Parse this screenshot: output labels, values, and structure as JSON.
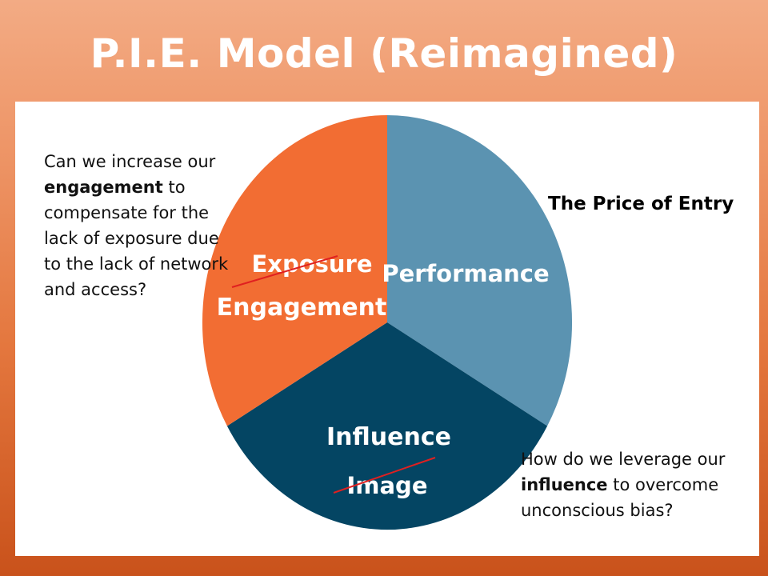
{
  "title": "P.I.E. Model (Reimagined)",
  "segments": {
    "performance": {
      "label": "Performance",
      "color": "#5b93b1"
    },
    "exposure": {
      "label": "Exposure",
      "replacement": "Engagement",
      "color": "#f26d33"
    },
    "image": {
      "label": "Image",
      "replacement": "Influence",
      "color": "#044563"
    }
  },
  "strike_color": "#e02020",
  "price_of_entry": "The Price of Entry",
  "note_left": {
    "pre": "Can we increase our",
    "bold": "engagement",
    "post": "to compensate for the lack of exposure due to the lack of network and access?"
  },
  "note_right": {
    "pre": "How do we leverage our",
    "bold": "influence",
    "post": "to overcome unconscious bias?"
  }
}
